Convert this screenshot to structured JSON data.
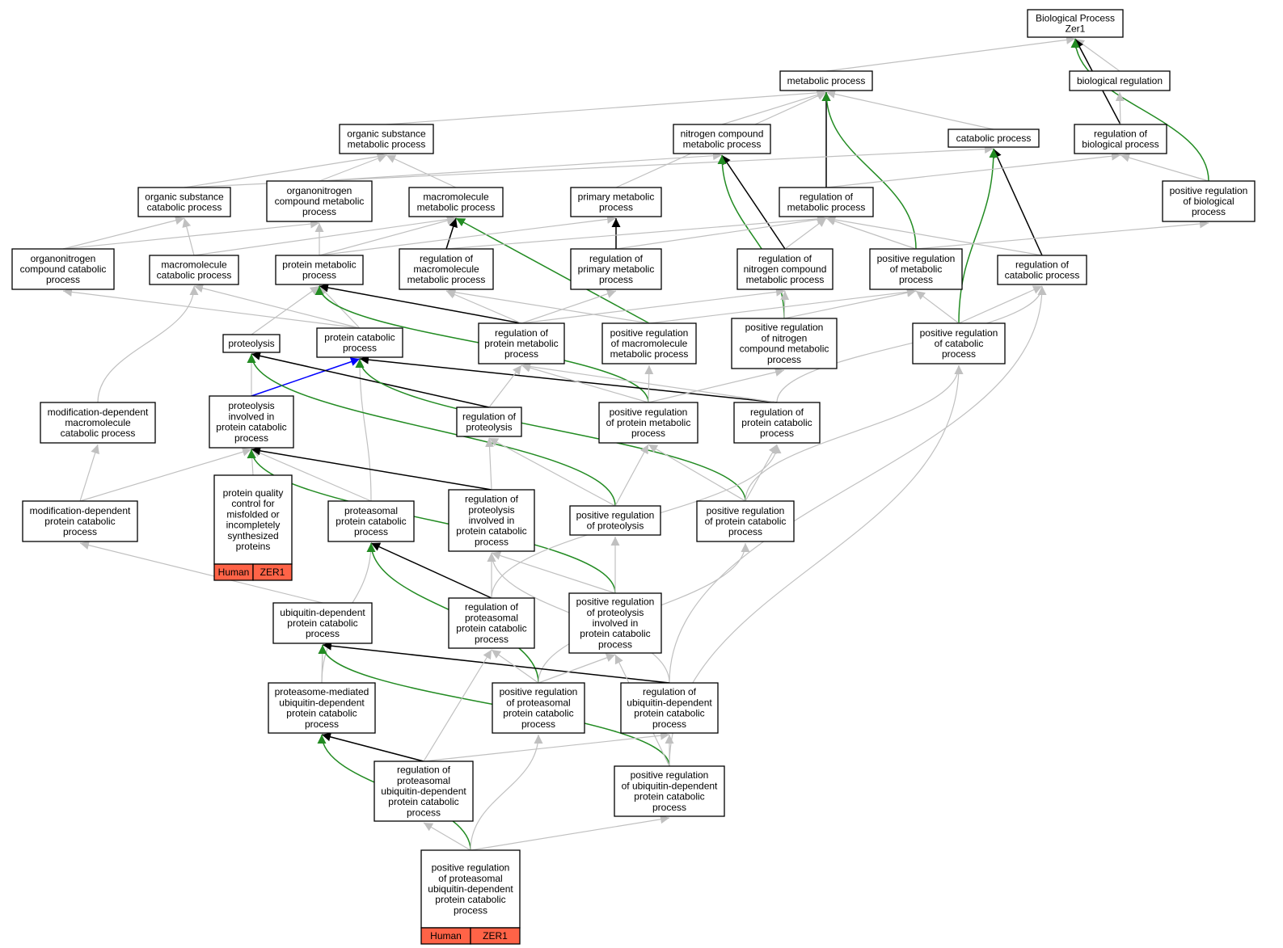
{
  "colors": {
    "gray_edge": "#c0c0c0",
    "black_edge": "#000000",
    "green_edge": "#228b22",
    "blue_edge": "#0000ff",
    "annotation_fill": "#ff6347",
    "node_border": "#000000",
    "node_fill": "#ffffff"
  },
  "nodes": [
    {
      "id": "bp",
      "lines": [
        "Biological Process",
        "Zer1"
      ]
    },
    {
      "id": "metabolic",
      "lines": [
        "metabolic process"
      ]
    },
    {
      "id": "bioreg",
      "lines": [
        "biological regulation"
      ]
    },
    {
      "id": "orgsubmet",
      "lines": [
        "organic substance",
        "metabolic process"
      ]
    },
    {
      "id": "nitromet",
      "lines": [
        "nitrogen compound",
        "metabolic process"
      ]
    },
    {
      "id": "catabolic",
      "lines": [
        "catabolic process"
      ]
    },
    {
      "id": "regbio",
      "lines": [
        "regulation of",
        "biological process"
      ]
    },
    {
      "id": "orgsubcat",
      "lines": [
        "organic substance",
        "catabolic process"
      ]
    },
    {
      "id": "orgnitromet",
      "lines": [
        "organonitrogen",
        "compound metabolic",
        "process"
      ]
    },
    {
      "id": "macromet",
      "lines": [
        "macromolecule",
        "metabolic process"
      ]
    },
    {
      "id": "primmet",
      "lines": [
        "primary metabolic",
        "process"
      ]
    },
    {
      "id": "regmet",
      "lines": [
        "regulation of",
        "metabolic process"
      ]
    },
    {
      "id": "posregbio",
      "lines": [
        "positive regulation",
        "of biological",
        "process"
      ]
    },
    {
      "id": "orgnitrocat",
      "lines": [
        "organonitrogen",
        "compound catabolic",
        "process"
      ]
    },
    {
      "id": "macrocat",
      "lines": [
        "macromolecule",
        "catabolic process"
      ]
    },
    {
      "id": "protmet",
      "lines": [
        "protein metabolic",
        "process"
      ]
    },
    {
      "id": "regmacromet",
      "lines": [
        "regulation of",
        "macromolecule",
        "metabolic process"
      ]
    },
    {
      "id": "regprimmet",
      "lines": [
        "regulation of",
        "primary metabolic",
        "process"
      ]
    },
    {
      "id": "regnitromet",
      "lines": [
        "regulation of",
        "nitrogen compound",
        "metabolic process"
      ]
    },
    {
      "id": "posregmet",
      "lines": [
        "positive regulation",
        "of metabolic",
        "process"
      ]
    },
    {
      "id": "regcat",
      "lines": [
        "regulation of",
        "catabolic process"
      ]
    },
    {
      "id": "proteolysis",
      "lines": [
        "proteolysis"
      ]
    },
    {
      "id": "protcat",
      "lines": [
        "protein catabolic",
        "process"
      ]
    },
    {
      "id": "regprotmet",
      "lines": [
        "regulation of",
        "protein metabolic",
        "process"
      ]
    },
    {
      "id": "posregmacromet",
      "lines": [
        "positive regulation",
        "of macromolecule",
        "metabolic process"
      ]
    },
    {
      "id": "posregnitromet",
      "lines": [
        "positive regulation",
        "of nitrogen",
        "compound metabolic",
        "process"
      ]
    },
    {
      "id": "posregcat",
      "lines": [
        "positive regulation",
        "of catabolic",
        "process"
      ]
    },
    {
      "id": "moddepmacrocat",
      "lines": [
        "modification-dependent",
        "macromolecule",
        "catabolic process"
      ]
    },
    {
      "id": "proteolysisprotcat",
      "lines": [
        "proteolysis",
        "involved in",
        "protein catabolic",
        "process"
      ]
    },
    {
      "id": "regproteolysis",
      "lines": [
        "regulation of",
        "proteolysis"
      ]
    },
    {
      "id": "posregprotmet",
      "lines": [
        "positive regulation",
        "of protein metabolic",
        "process"
      ]
    },
    {
      "id": "regprotcat",
      "lines": [
        "regulation of",
        "protein catabolic",
        "process"
      ]
    },
    {
      "id": "protqual",
      "lines": [
        "protein quality",
        "control for",
        "misfolded or",
        "incompletely",
        "synthesized",
        "proteins"
      ],
      "tags": [
        "Human",
        "ZER1"
      ]
    },
    {
      "id": "moddepprotcat",
      "lines": [
        "modification-dependent",
        "protein catabolic",
        "process"
      ]
    },
    {
      "id": "proteasomal",
      "lines": [
        "proteasomal",
        "protein catabolic",
        "process"
      ]
    },
    {
      "id": "regproteolysisprotcat",
      "lines": [
        "regulation of",
        "proteolysis",
        "involved in",
        "protein catabolic",
        "process"
      ]
    },
    {
      "id": "posregproteolysis",
      "lines": [
        "positive regulation",
        "of proteolysis"
      ]
    },
    {
      "id": "posregprotcat",
      "lines": [
        "positive regulation",
        "of protein catabolic",
        "process"
      ]
    },
    {
      "id": "ubdepprotcat",
      "lines": [
        "ubiquitin-dependent",
        "protein catabolic",
        "process"
      ]
    },
    {
      "id": "regproteasomal",
      "lines": [
        "regulation of",
        "proteasomal",
        "protein catabolic",
        "process"
      ]
    },
    {
      "id": "posregproteolysisprotcat",
      "lines": [
        "positive regulation",
        "of proteolysis",
        "involved in",
        "protein catabolic",
        "process"
      ]
    },
    {
      "id": "protmedub",
      "lines": [
        "proteasome-mediated",
        "ubiquitin-dependent",
        "protein catabolic",
        "process"
      ]
    },
    {
      "id": "posregproteasomal",
      "lines": [
        "positive regulation",
        "of proteasomal",
        "protein catabolic",
        "process"
      ]
    },
    {
      "id": "regubdep",
      "lines": [
        "regulation of",
        "ubiquitin-dependent",
        "protein catabolic",
        "process"
      ]
    },
    {
      "id": "regproteasomalub",
      "lines": [
        "regulation of",
        "proteasomal",
        "ubiquitin-dependent",
        "protein catabolic",
        "process"
      ]
    },
    {
      "id": "posregubdep",
      "lines": [
        "positive regulation",
        "of ubiquitin-dependent",
        "protein catabolic",
        "process"
      ]
    },
    {
      "id": "posregproteasomalub",
      "lines": [
        "positive regulation",
        "of proteasomal",
        "ubiquitin-dependent",
        "protein catabolic",
        "process"
      ],
      "tags": [
        "Human",
        "ZER1"
      ]
    }
  ],
  "edges": [
    {
      "from": "metabolic",
      "to": "bp",
      "kind": "gray"
    },
    {
      "from": "bioreg",
      "to": "bp",
      "kind": "gray"
    },
    {
      "from": "regbio",
      "to": "bp",
      "kind": "black"
    },
    {
      "from": "posregbio",
      "to": "bp",
      "kind": "green"
    },
    {
      "from": "regbio",
      "to": "bioreg",
      "kind": "gray"
    },
    {
      "from": "orgsubmet",
      "to": "metabolic",
      "kind": "gray"
    },
    {
      "from": "nitromet",
      "to": "metabolic",
      "kind": "gray"
    },
    {
      "from": "catabolic",
      "to": "metabolic",
      "kind": "gray"
    },
    {
      "from": "primmet",
      "to": "metabolic",
      "kind": "gray"
    },
    {
      "from": "regmet",
      "to": "metabolic",
      "kind": "black"
    },
    {
      "from": "posregmet",
      "to": "metabolic",
      "kind": "green"
    },
    {
      "from": "orgsubcat",
      "to": "orgsubmet",
      "kind": "gray"
    },
    {
      "from": "orgnitromet",
      "to": "orgsubmet",
      "kind": "gray"
    },
    {
      "from": "macromet",
      "to": "orgsubmet",
      "kind": "gray"
    },
    {
      "from": "orgnitromet",
      "to": "nitromet",
      "kind": "gray"
    },
    {
      "from": "orgsubcat",
      "to": "catabolic",
      "kind": "gray"
    },
    {
      "from": "regcat",
      "to": "catabolic",
      "kind": "black"
    },
    {
      "from": "posregcat",
      "to": "catabolic",
      "kind": "green"
    },
    {
      "from": "regmet",
      "to": "regbio",
      "kind": "gray"
    },
    {
      "from": "posregbio",
      "to": "regbio",
      "kind": "gray"
    },
    {
      "from": "orgnitrocat",
      "to": "orgsubcat",
      "kind": "gray"
    },
    {
      "from": "macrocat",
      "to": "orgsubcat",
      "kind": "gray"
    },
    {
      "from": "orgnitrocat",
      "to": "orgnitromet",
      "kind": "gray"
    },
    {
      "from": "protmet",
      "to": "orgnitromet",
      "kind": "gray"
    },
    {
      "from": "macrocat",
      "to": "macromet",
      "kind": "gray"
    },
    {
      "from": "protmet",
      "to": "macromet",
      "kind": "gray"
    },
    {
      "from": "regmacromet",
      "to": "macromet",
      "kind": "black"
    },
    {
      "from": "posregmacromet",
      "to": "macromet",
      "kind": "green"
    },
    {
      "from": "protmet",
      "to": "primmet",
      "kind": "gray"
    },
    {
      "from": "regprimmet",
      "to": "primmet",
      "kind": "black"
    },
    {
      "from": "regnitromet",
      "to": "nitromet",
      "kind": "black"
    },
    {
      "from": "posregnitromet",
      "to": "nitromet",
      "kind": "green"
    },
    {
      "from": "regmacromet",
      "to": "regmet",
      "kind": "gray"
    },
    {
      "from": "regprimmet",
      "to": "regmet",
      "kind": "gray"
    },
    {
      "from": "regnitromet",
      "to": "regmet",
      "kind": "gray"
    },
    {
      "from": "posregmet",
      "to": "regmet",
      "kind": "gray"
    },
    {
      "from": "regcat",
      "to": "regmet",
      "kind": "gray"
    },
    {
      "from": "posregmet",
      "to": "posregbio",
      "kind": "gray"
    },
    {
      "from": "protcat",
      "to": "orgnitrocat",
      "kind": "gray"
    },
    {
      "from": "protcat",
      "to": "macrocat",
      "kind": "gray"
    },
    {
      "from": "moddepmacrocat",
      "to": "macrocat",
      "kind": "gray"
    },
    {
      "from": "proteolysis",
      "to": "protmet",
      "kind": "gray"
    },
    {
      "from": "protcat",
      "to": "protmet",
      "kind": "gray"
    },
    {
      "from": "regprotmet",
      "to": "protmet",
      "kind": "black"
    },
    {
      "from": "posregprotmet",
      "to": "protmet",
      "kind": "green"
    },
    {
      "from": "regprotmet",
      "to": "regmacromet",
      "kind": "gray"
    },
    {
      "from": "regprotmet",
      "to": "regprimmet",
      "kind": "gray"
    },
    {
      "from": "regprotmet",
      "to": "regnitromet",
      "kind": "gray"
    },
    {
      "from": "posregmacromet",
      "to": "regmacromet",
      "kind": "gray"
    },
    {
      "from": "posregmacromet",
      "to": "posregmet",
      "kind": "gray"
    },
    {
      "from": "posregnitromet",
      "to": "regnitromet",
      "kind": "gray"
    },
    {
      "from": "posregnitromet",
      "to": "posregmet",
      "kind": "gray"
    },
    {
      "from": "posregcat",
      "to": "posregmet",
      "kind": "gray"
    },
    {
      "from": "posregcat",
      "to": "regcat",
      "kind": "gray"
    },
    {
      "from": "regprotcat",
      "to": "regcat",
      "kind": "gray"
    },
    {
      "from": "regubdep",
      "to": "regcat",
      "kind": "gray"
    },
    {
      "from": "proteolysisprotcat",
      "to": "proteolysis",
      "kind": "gray"
    },
    {
      "from": "proteolysisprotcat",
      "to": "protcat",
      "kind": "blue"
    },
    {
      "from": "proteasomal",
      "to": "protcat",
      "kind": "gray"
    },
    {
      "from": "regproteolysis",
      "to": "proteolysis",
      "kind": "black"
    },
    {
      "from": "posregproteolysis",
      "to": "proteolysis",
      "kind": "green"
    },
    {
      "from": "regprotcat",
      "to": "protcat",
      "kind": "black"
    },
    {
      "from": "posregprotcat",
      "to": "protcat",
      "kind": "green"
    },
    {
      "from": "regproteolysis",
      "to": "regprotmet",
      "kind": "gray"
    },
    {
      "from": "posregprotmet",
      "to": "regprotmet",
      "kind": "gray"
    },
    {
      "from": "regprotcat",
      "to": "regprotmet",
      "kind": "gray"
    },
    {
      "from": "posregprotmet",
      "to": "posregmacromet",
      "kind": "gray"
    },
    {
      "from": "posregprotmet",
      "to": "posregnitromet",
      "kind": "gray"
    },
    {
      "from": "moddepprotcat",
      "to": "moddepmacrocat",
      "kind": "gray"
    },
    {
      "from": "moddepprotcat",
      "to": "proteolysisprotcat",
      "kind": "gray"
    },
    {
      "from": "protqual",
      "to": "proteolysisprotcat",
      "kind": "gray"
    },
    {
      "from": "proteasomal",
      "to": "proteolysisprotcat",
      "kind": "gray"
    },
    {
      "from": "regproteolysisprotcat",
      "to": "proteolysisprotcat",
      "kind": "black"
    },
    {
      "from": "posregproteolysisprotcat",
      "to": "proteolysisprotcat",
      "kind": "green"
    },
    {
      "from": "regproteolysisprotcat",
      "to": "regproteolysis",
      "kind": "gray"
    },
    {
      "from": "posregproteolysis",
      "to": "regproteolysis",
      "kind": "gray"
    },
    {
      "from": "posregproteolysis",
      "to": "posregprotmet",
      "kind": "gray"
    },
    {
      "from": "posregprotcat",
      "to": "posregprotmet",
      "kind": "gray"
    },
    {
      "from": "posregprotcat",
      "to": "regprotcat",
      "kind": "gray"
    },
    {
      "from": "posregprotcat",
      "to": "posregcat",
      "kind": "gray"
    },
    {
      "from": "ubdepprotcat",
      "to": "moddepprotcat",
      "kind": "gray"
    },
    {
      "from": "protmedub",
      "to": "proteasomal",
      "kind": "gray"
    },
    {
      "from": "regproteasomal",
      "to": "proteasomal",
      "kind": "black"
    },
    {
      "from": "posregproteasomal",
      "to": "proteasomal",
      "kind": "green"
    },
    {
      "from": "regproteasomal",
      "to": "regproteolysisprotcat",
      "kind": "gray"
    },
    {
      "from": "posregproteolysisprotcat",
      "to": "regproteolysisprotcat",
      "kind": "gray"
    },
    {
      "from": "regubdep",
      "to": "regproteolysisprotcat",
      "kind": "gray"
    },
    {
      "from": "posregproteolysisprotcat",
      "to": "posregproteolysis",
      "kind": "gray"
    },
    {
      "from": "regproteasomal",
      "to": "regprotcat",
      "kind": "gray"
    },
    {
      "from": "posregproteasomal",
      "to": "posregprotcat",
      "kind": "gray"
    },
    {
      "from": "protmedub",
      "to": "ubdepprotcat",
      "kind": "gray"
    },
    {
      "from": "regubdep",
      "to": "ubdepprotcat",
      "kind": "black"
    },
    {
      "from": "posregubdep",
      "to": "ubdepprotcat",
      "kind": "green"
    },
    {
      "from": "posregproteasomal",
      "to": "regproteasomal",
      "kind": "gray"
    },
    {
      "from": "posregproteasomal",
      "to": "posregproteolysisprotcat",
      "kind": "gray"
    },
    {
      "from": "regproteasomalub",
      "to": "protmedub",
      "kind": "black"
    },
    {
      "from": "posregproteasomalub",
      "to": "protmedub",
      "kind": "green"
    },
    {
      "from": "regproteasomalub",
      "to": "regproteasomal",
      "kind": "gray"
    },
    {
      "from": "regproteasomalub",
      "to": "regubdep",
      "kind": "gray"
    },
    {
      "from": "posregubdep",
      "to": "regubdep",
      "kind": "gray"
    },
    {
      "from": "posregubdep",
      "to": "posregproteolysisprotcat",
      "kind": "gray"
    },
    {
      "from": "posregubdep",
      "to": "posregcat",
      "kind": "gray"
    },
    {
      "from": "posregproteasomalub",
      "to": "regproteasomalub",
      "kind": "gray"
    },
    {
      "from": "posregproteasomalub",
      "to": "posregproteasomal",
      "kind": "gray"
    },
    {
      "from": "posregproteasomalub",
      "to": "posregubdep",
      "kind": "gray"
    }
  ]
}
